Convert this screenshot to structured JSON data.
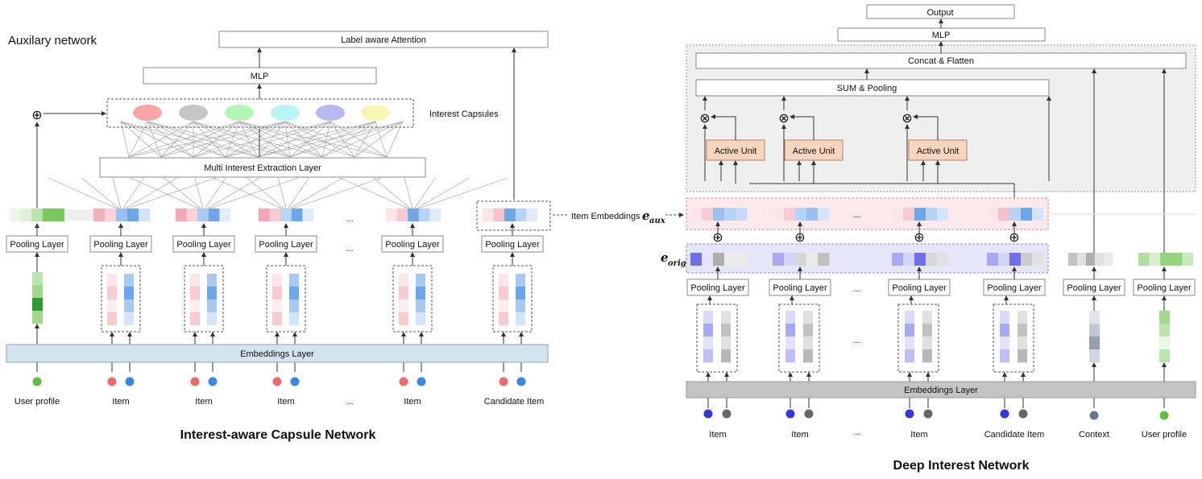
{
  "left": {
    "title": "Interest-aware Capsule Network",
    "aux_label": "Auxilary network",
    "label_attention": "Label aware Attention",
    "mlp": "MLP",
    "interest_capsules": "Interest Capsules",
    "multi_interest": "Multi Interest Extraction Layer",
    "item_embeddings": "Item Embeddings",
    "pooling": "Pooling Layer",
    "embeddings_layer": "Embeddings Layer",
    "ellipsis": "...",
    "inputs": [
      "User profile",
      "Item",
      "Item",
      "Item",
      "Item",
      "Candidate  Item"
    ],
    "capsule_colors": [
      "#f8a5a5",
      "#c6c6c6",
      "#b4f5b4",
      "#b8f6f6",
      "#b8b8f2",
      "#f8f6b4"
    ]
  },
  "right": {
    "title": "Deep Interest Network",
    "output": "Output",
    "mlp": "MLP",
    "concat": "Concat & Flatten",
    "sum_pooling": "SUM & Pooling",
    "active_unit": "Active Unit",
    "pooling": "Pooling Layer",
    "embeddings_layer": "Embeddings Layer",
    "ellipsis": "...",
    "inputs": [
      "Item",
      "Item",
      "Item",
      "Candidate Item",
      "Context",
      "User profile"
    ],
    "e_aux": {
      "base": "e",
      "sub": "aux"
    },
    "e_orig": {
      "base": "e",
      "sub": "orig"
    }
  },
  "symbols": {
    "oplus": "⊕",
    "otimes": "⊗"
  },
  "colors": {
    "pink": "#f4a7b4",
    "blue": "#6ea6ea",
    "green": "#79c95f",
    "purple": "#6f6fe8",
    "gray": "#9a9a9a",
    "dot_red": "#ee6b6b",
    "dot_blue": "#3a86e0",
    "dot_green": "#5fbf3c",
    "dot_navy": "#3535e0",
    "dot_gray": "#666",
    "dot_slate": "#6a7494",
    "active_unit": "#f7d6bf",
    "embed_left": "#d3e4ef",
    "embed_right": "#c4c4c4"
  }
}
